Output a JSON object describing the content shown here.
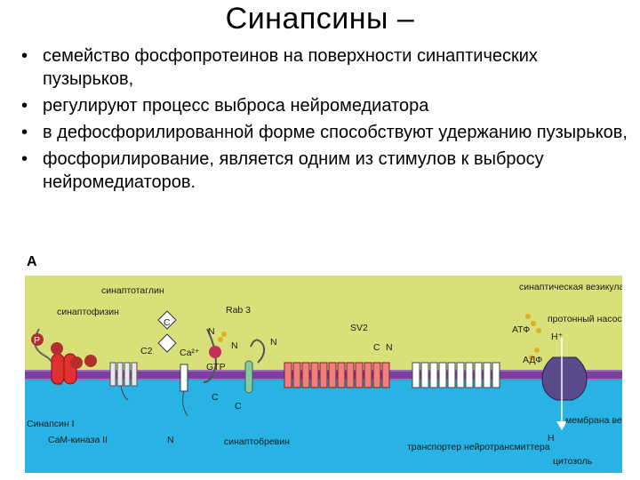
{
  "title": "Синапсины –",
  "bullets": [
    "семейство фосфопротеинов на поверхности синаптических пузырьков,",
    "регулируют процесс выброса нейромедиатора",
    "в дефосфорилированной форме  способствуют удержанию пузырьков,",
    "фосфорилирование,  является одним из стимулов к выбросу нейромедиаторов."
  ],
  "bullet_glyph": "•",
  "figure": {
    "panel_label": "A",
    "labels": {
      "synaptotagmin": "синаптотаглин",
      "synaptophysin": "синаптофизин",
      "rab3": "Rab 3",
      "sv2": "SV2",
      "vesicle": "синаптическая везикула",
      "proton_pump": "протонный насос",
      "atp": "АТФ",
      "adp": "АДФ",
      "h_plus": "H⁺",
      "h": "H",
      "membrane": "мембрана везикулы",
      "cytosol": "цитозоль",
      "synapsin": "Синапсин I",
      "camk": "CaM-киназа II",
      "synaptobrevin": "синаптобревин",
      "transporter": "транспортер нейротрансмиттера",
      "c": "C",
      "n": "N",
      "c2": "C2",
      "ca": "Ca²⁺",
      "p": "P",
      "gtp": "GTP"
    },
    "colors": {
      "background_top": "#d9e07a",
      "membrane": "#7b3fa0",
      "background_bottom": "#29b3e4",
      "protein_fill": "#ffffff",
      "sv2_fill": "#f08080",
      "synapsin_fill": "#e03030",
      "pump_fill": "#5a4b8a"
    }
  }
}
